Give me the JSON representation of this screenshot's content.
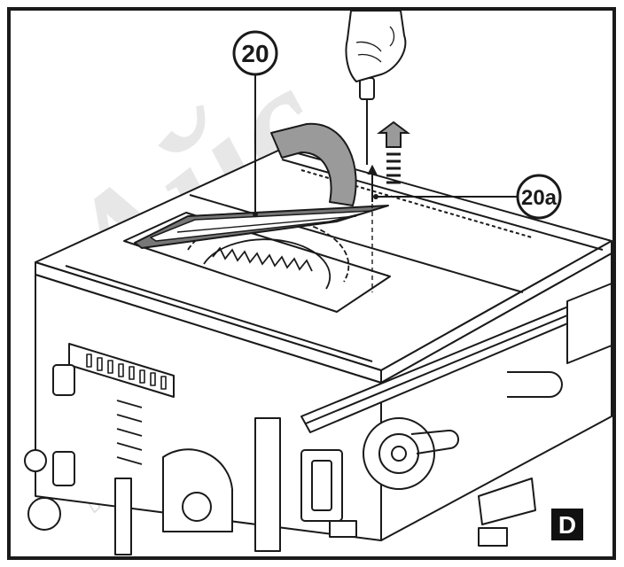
{
  "figure": {
    "callout_main": "20",
    "callout_sub": "20a",
    "panel_letter": "D",
    "watermark_top": "Айс",
    "watermark_bottom": "компания рем"
  },
  "colors": {
    "line": "#1a1a1a",
    "panel_badge": "#111111",
    "panel_text": "#ffffff",
    "watermark": "#e3e3e3",
    "arrow_fill": "#9a9a9a",
    "plate_fill": "#777777"
  },
  "icons": [
    "screwdriver-icon",
    "hand-icon",
    "rotate-arrow-icon",
    "up-arrow-icon",
    "saw-blade-icon"
  ]
}
